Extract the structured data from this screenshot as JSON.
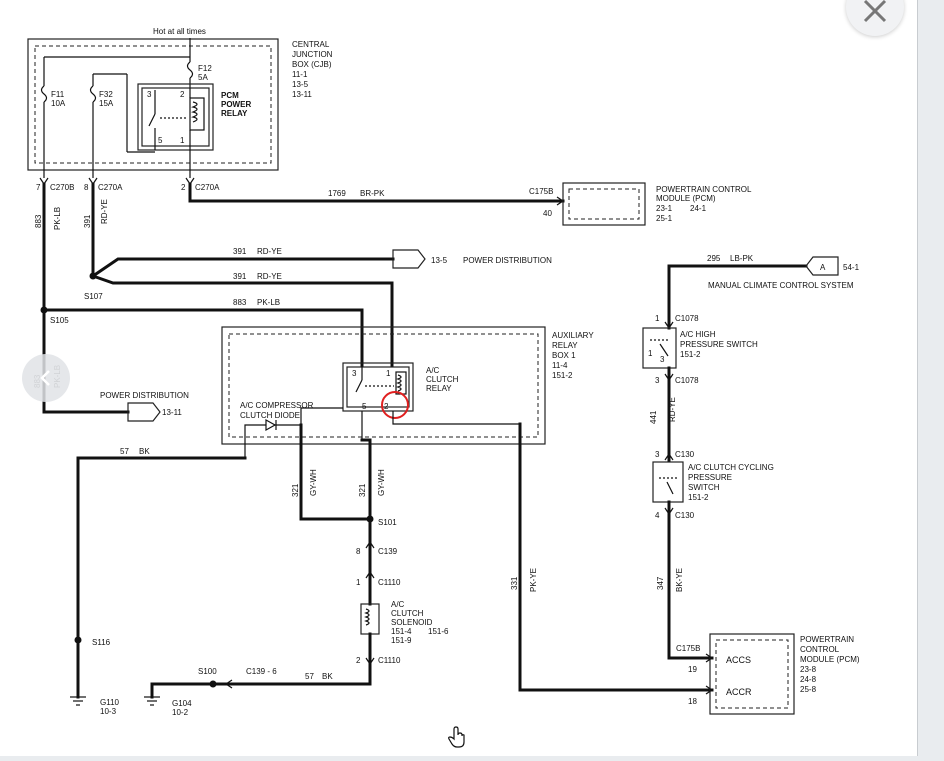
{
  "viewer": {
    "close_icon": "close-icon",
    "prev_icon": "arrow-left-icon",
    "cursor_icon": "hand-pointer-icon"
  },
  "colors": {
    "wire": "#111111",
    "highlight": "#e02020",
    "background": "#ffffff"
  },
  "cjb": {
    "hot_label": "Hot at all times",
    "title": [
      "CENTRAL",
      "JUNCTION",
      "BOX (CJB)",
      "11-1",
      "13-5",
      "13-11"
    ],
    "f11": [
      "F11",
      "10A"
    ],
    "f32": [
      "F32",
      "15A"
    ],
    "f12": [
      "F12",
      "5A"
    ],
    "pcm_relay": [
      "PCM",
      "POWER",
      "RELAY"
    ],
    "relay_pins": [
      "3",
      "2",
      "5",
      "1"
    ]
  },
  "connectors": {
    "c270b": "C270B",
    "c270b_pin": "7",
    "c270a_1": "C270A",
    "c270a_1_pin": "8",
    "c270a_2": "C270A",
    "c270a_2_pin": "2",
    "c175b_top": "C175B",
    "c175b_top_pin": "40"
  },
  "wires": {
    "w883_num": "883",
    "w883_color": "PK-LB",
    "w391_num": "391",
    "w391_color": "RD-YE",
    "w1769_num": "1769",
    "w1769_color": "BR-PK",
    "w391_a_num": "391",
    "w391_a_color": "RD-YE",
    "w391_b_num": "391",
    "w391_b_color": "RD-YE",
    "w883_b_num": "883",
    "w883_b_color": "PK-LB",
    "w295_num": "295",
    "w295_color": "LB-PK",
    "w57_num": "57",
    "w57_color": "BK",
    "w321_a_num": "321",
    "w321_a_color": "GY-WH",
    "w321_b_num": "321",
    "w321_b_color": "GY-WH",
    "w441_num": "441",
    "w441_color": "RD-YE",
    "w347_num": "347",
    "w347_color": "BK-YE",
    "w331_num": "331",
    "w331_color": "PK-YE",
    "w57_b_num": "57",
    "w57_b_color": "BK"
  },
  "pcm_top": {
    "title": [
      "POWERTRAIN  CONTROL",
      "MODULE (PCM)",
      "23-1",
      "24-1",
      "25-1"
    ]
  },
  "power_dist_1": {
    "ref": "13-5",
    "label": "POWER DISTRIBUTION"
  },
  "power_dist_2": {
    "ref": "13-11",
    "label": "POWER DISTRIBUTION"
  },
  "splices": {
    "s107": "S107",
    "s105": "S105",
    "s101": "S101",
    "s116": "S116",
    "s100": "S100"
  },
  "aux_box": {
    "title": [
      "AUXILIARY",
      "RELAY",
      "BOX 1",
      "11-4",
      "151-2"
    ],
    "relay": [
      "A/C",
      "CLUTCH",
      "RELAY"
    ],
    "relay_pins": [
      "3",
      "1",
      "5",
      "2"
    ],
    "diode": [
      "A/C COMPRESSOR",
      "CLUTCH DIODE"
    ]
  },
  "climate": {
    "ref": "A",
    "page": "54-1",
    "label": "MANUAL CLIMATE CONTROL SYSTEM"
  },
  "high_switch": {
    "title": [
      "A/C HIGH",
      "PRESSURE   SWITCH",
      "151-2"
    ],
    "top_pin": "1",
    "top_conn": "C1078",
    "bot_pin": "3",
    "bot_conn": "C1078",
    "inner": [
      "1",
      "3"
    ]
  },
  "cycling_switch": {
    "title": [
      "A/C CLUTCH CYCLING",
      "PRESSURE",
      "SWITCH",
      "151-2"
    ],
    "top_pin": "3",
    "top_conn": "C130",
    "bot_pin": "4",
    "bot_conn": "C130"
  },
  "clutch": {
    "c139_pin": "8",
    "c139": "C139",
    "c1110_top_pin": "1",
    "c1110_top": "C1110",
    "solenoid": [
      "A/C",
      "CLUTCH",
      "SOLENOID",
      "151-4",
      "151-9"
    ],
    "solenoid_ref2": "151-6",
    "c1110_bot_pin": "2",
    "c1110_bot": "C1110"
  },
  "ground": {
    "c139_6": "C139  -  6",
    "g110": [
      "G110",
      "10-3"
    ],
    "g104": [
      "G104",
      "10-2"
    ]
  },
  "pcm_bottom": {
    "title": [
      "POWERTRAIN",
      "CONTROL",
      "MODULE (PCM)",
      "23-8",
      "24-8",
      "25-8"
    ],
    "c175b": "C175B",
    "accs": "ACCS",
    "accs_pin": "19",
    "accr": "ACCR",
    "accr_pin": "18"
  },
  "watermark": {
    "num": "883",
    "color": "PK-LB"
  }
}
